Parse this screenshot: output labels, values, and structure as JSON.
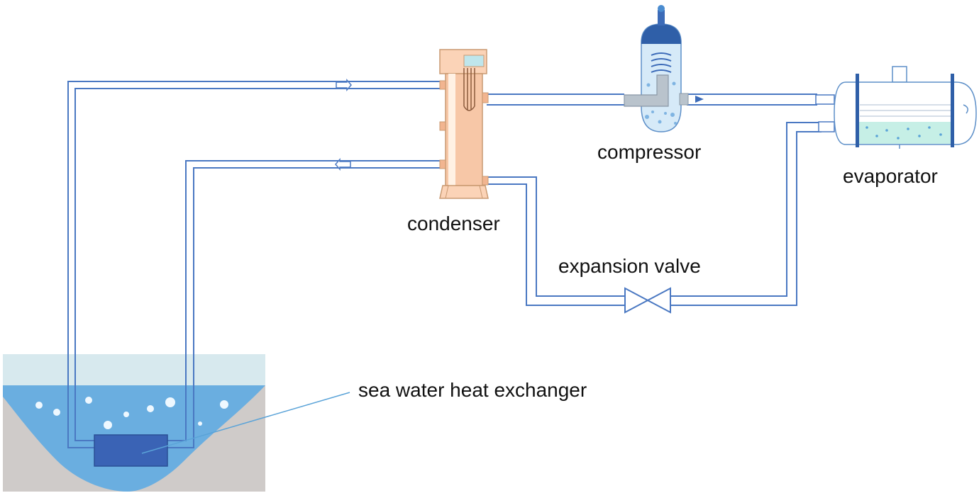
{
  "labels": {
    "condenser": "condenser",
    "compressor": "compressor",
    "evaporator": "evaporator",
    "expansion_valve": "expansion valve",
    "sea_water_heat_exchanger": "sea water heat exchanger"
  },
  "colors": {
    "pipe": "#4a78c2",
    "water": "#6aaee0",
    "water_surface": "#cfe6ec",
    "ground": "#cfcbc9",
    "heat_exchanger": "#3a63b5",
    "condenser_body": "#f7c7a7",
    "compressor_body": "#d6eaf8",
    "compressor_cap": "#2f5fa8",
    "evaporator_liquid": "#c6efe6"
  }
}
